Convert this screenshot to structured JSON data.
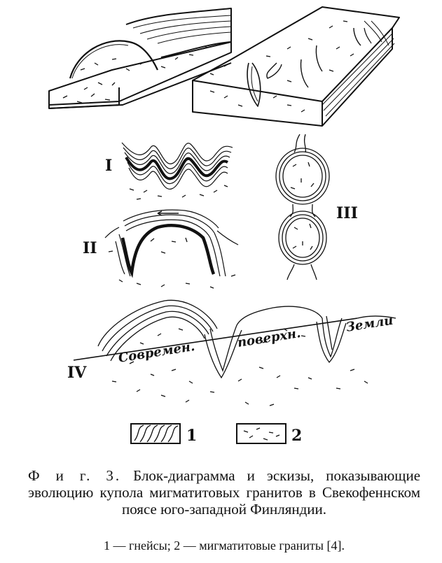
{
  "figure": {
    "stage_labels": {
      "I": "I",
      "II": "II",
      "III": "III",
      "IV": "IV"
    },
    "surface_words": [
      "Современ.",
      "поверхн.",
      "Земли"
    ],
    "legend_items": [
      {
        "number": "1",
        "pattern": "gneiss-hatch"
      },
      {
        "number": "2",
        "pattern": "granite-dash"
      }
    ]
  },
  "caption": {
    "label": "Ф и г. 3.",
    "text": "Блок-диаграмма и эскизы, показывающие эволюцию купола мигматитовых гранитов в Свекофеннском поясе юго-западной Финляндии."
  },
  "legend_text": "1 — гнейсы; 2 — мигматитовые граниты [4]."
}
